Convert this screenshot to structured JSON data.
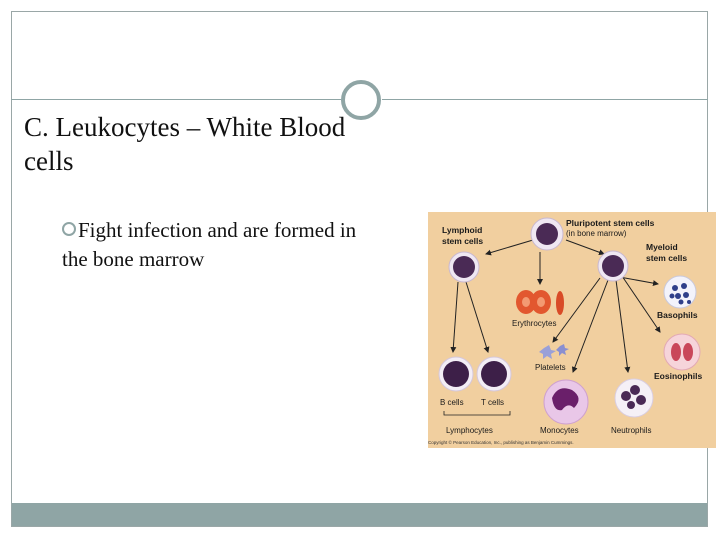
{
  "slide": {
    "title_line1": "C. Leukocytes – White Blood",
    "title_line2": "cells",
    "bullet_text": "Fight infection and are formed in the bone marrow"
  },
  "diagram": {
    "labels": {
      "pluripotent": "Pluripotent stem cells",
      "pluripotent_sub": "(in bone marrow)",
      "lymphoid_1": "Lymphoid",
      "lymphoid_2": "stem cells",
      "myeloid_1": "Myeloid",
      "myeloid_2": "stem cells",
      "basophils": "Basophils",
      "erythrocytes": "Erythrocytes",
      "platelets": "Platelets",
      "eosinophils": "Eosinophils",
      "b_cells": "B cells",
      "t_cells": "T cells",
      "lymphocytes": "Lymphocytes",
      "monocytes": "Monocytes",
      "neutrophils": "Neutrophils"
    },
    "credit": "Copyright © Pearson Education, Inc., publishing as Benjamin Cummings."
  },
  "colors": {
    "accent": "#8fa5a5",
    "diagram_bg": "#f1cf9f",
    "nucleus": "#4a2a55",
    "cell_body": "#efe7f2",
    "erythrocyte": "#e2572f",
    "basophil_granule": "#2f3f8a",
    "eosinophil": "#c9475a"
  }
}
